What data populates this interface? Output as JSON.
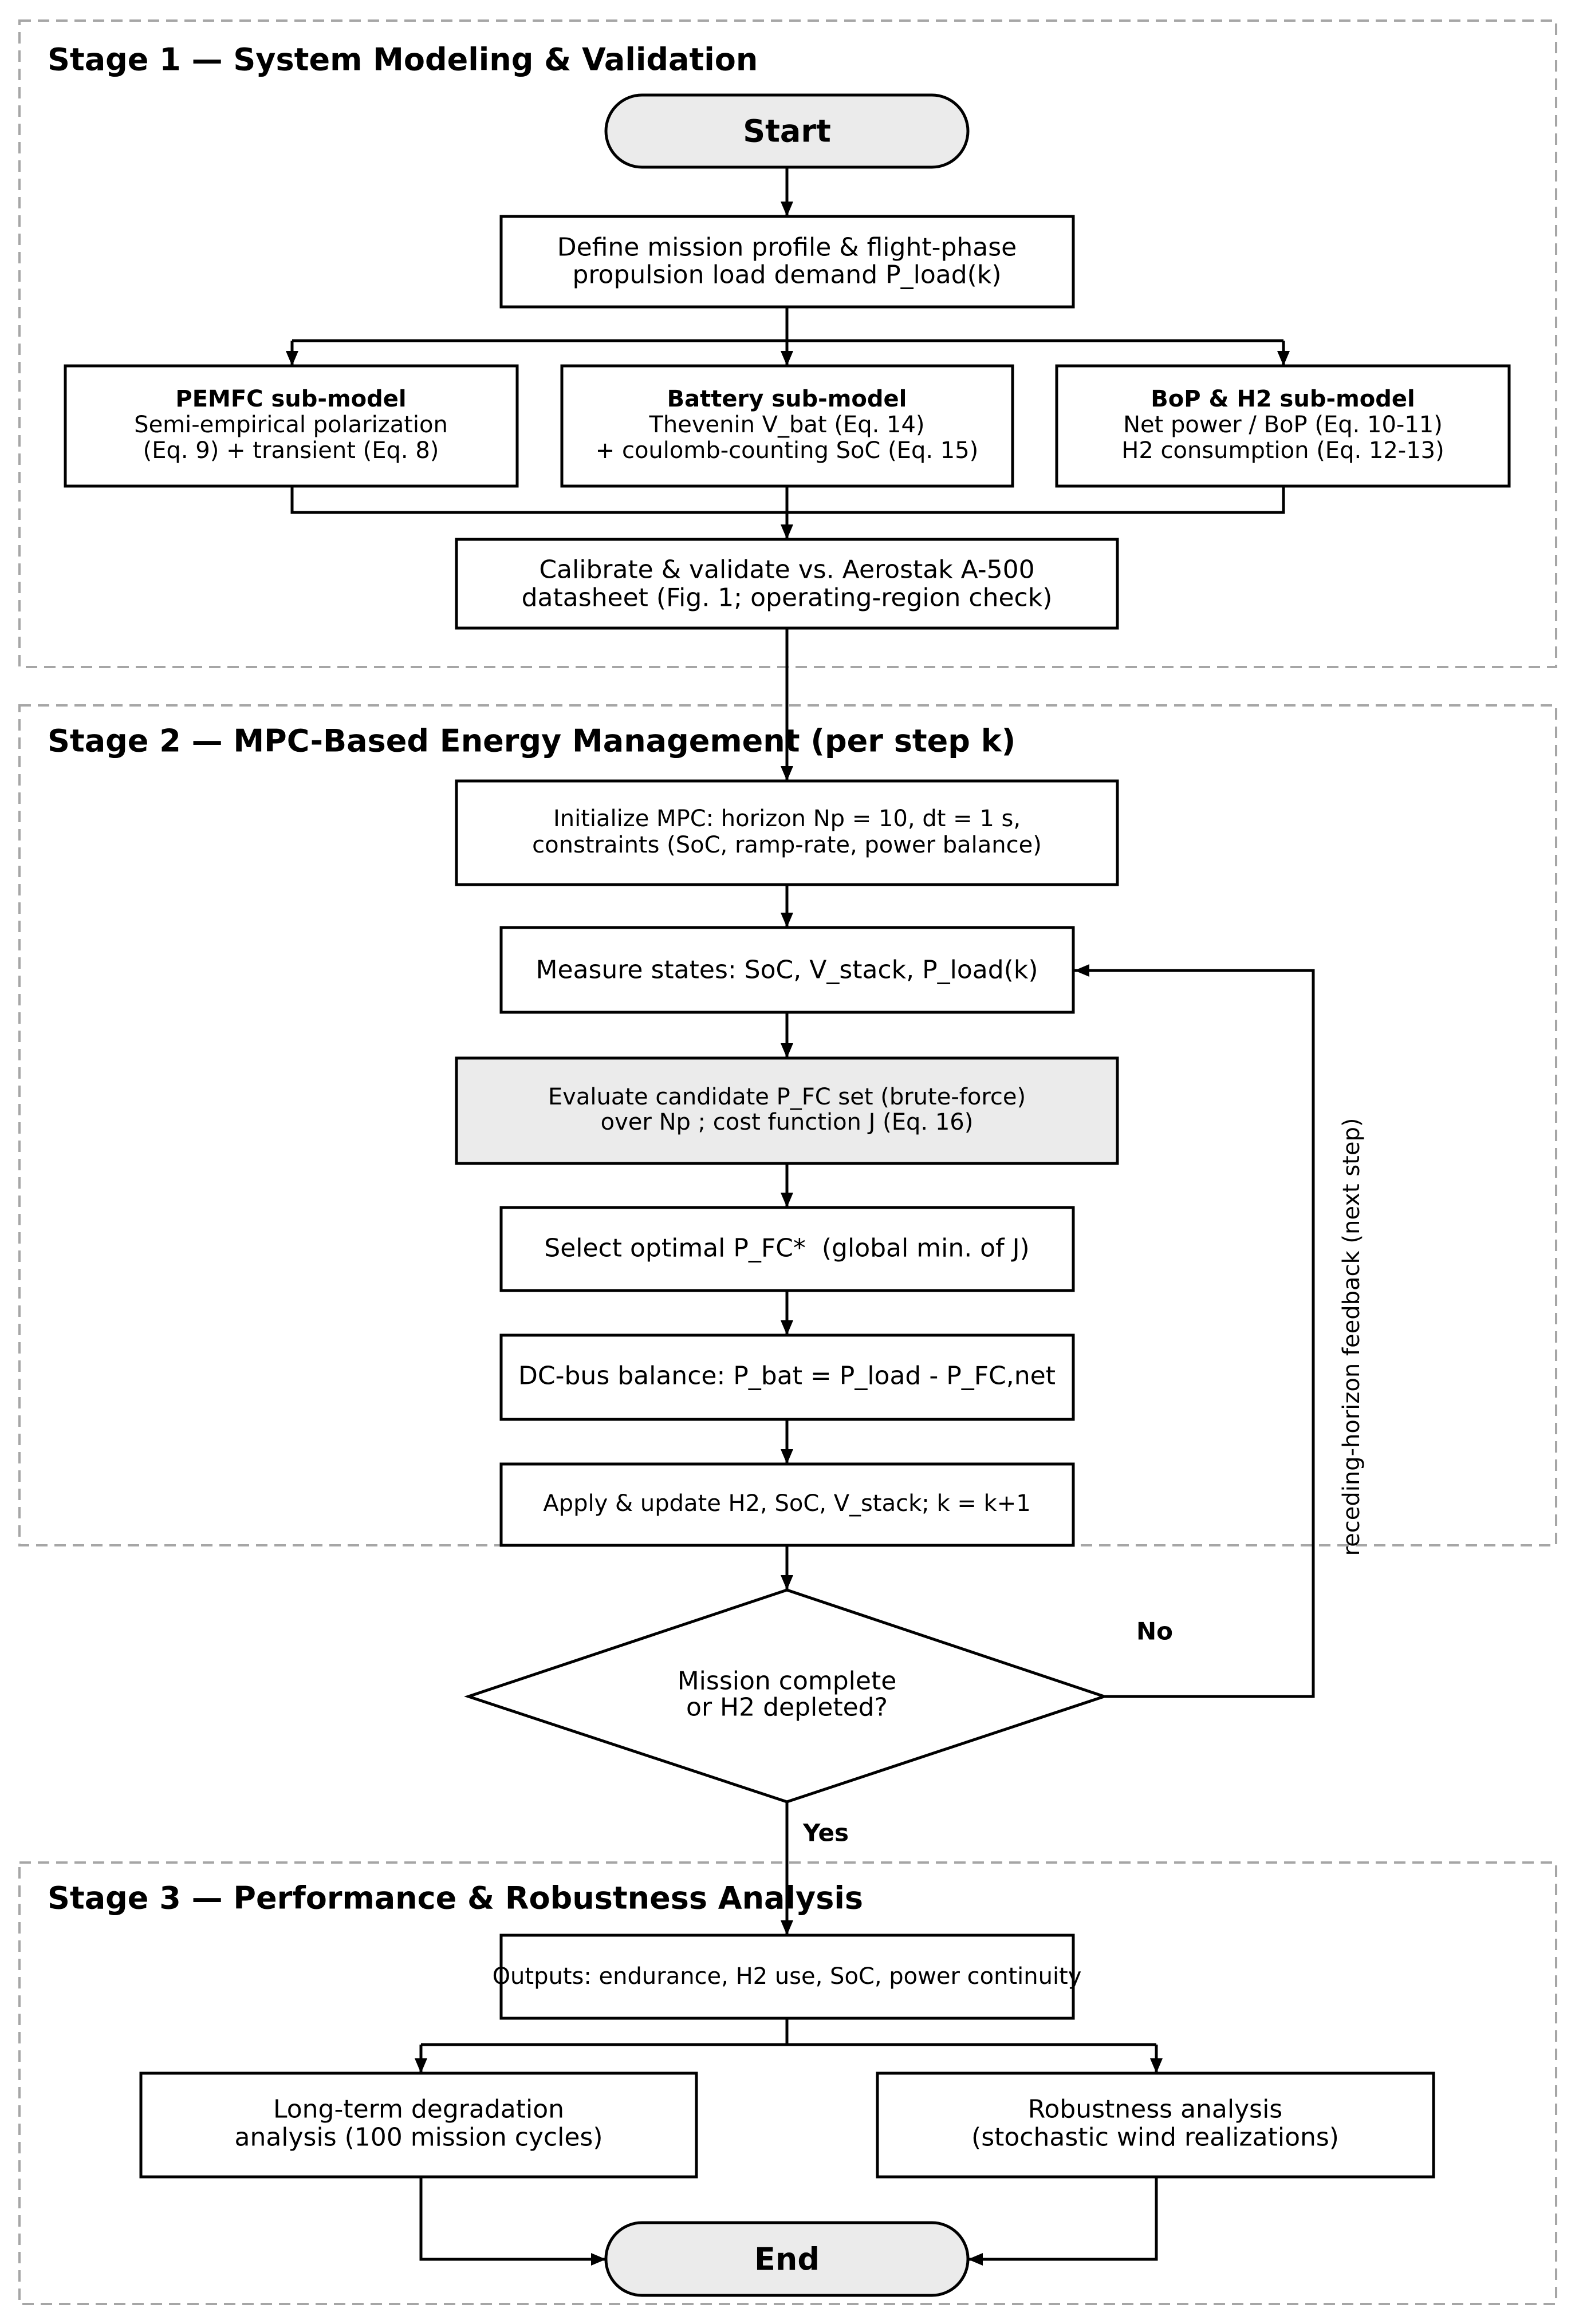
{
  "colors": {
    "stage_border": "#a6a6a6",
    "terminal_fill": "#ebebeb",
    "highlight_fill": "#ebebeb"
  },
  "stage1": {
    "title": "Stage 1 — System Modeling & Validation",
    "start": "Start",
    "mission_profile": [
      "Define mission profile & flight-phase",
      "propulsion load demand P_load(k)"
    ],
    "submodels": [
      {
        "title": "PEMFC sub-model",
        "lines": [
          "Semi-empirical polarization",
          "(Eq. 9) + transient (Eq. 8)"
        ]
      },
      {
        "title": "Battery sub-model",
        "lines": [
          "Thevenin V_bat (Eq. 14)",
          "+ coulomb-counting SoC (Eq. 15)"
        ]
      },
      {
        "title": "BoP & H2 sub-model",
        "lines": [
          "Net power / BoP (Eq. 10-11)",
          "H2 consumption (Eq. 12-13)"
        ]
      }
    ],
    "calibrate": [
      "Calibrate & validate vs. Aerostak A-500",
      "datasheet (Fig. 1; operating-region check)"
    ]
  },
  "stage2": {
    "title": "Stage 2 — MPC-Based Energy Management (per step k)",
    "initialize": [
      "Initialize MPC: horizon Np = 10, dt = 1 s,",
      "constraints (SoC, ramp-rate, power balance)"
    ],
    "measure": "Measure states: SoC, V_stack, P_load(k)",
    "evaluate": [
      "Evaluate candidate P_FC set (brute-force)",
      "over Np ; cost function J (Eq. 16)"
    ],
    "select": "Select optimal P_FC*  (global min. of J)",
    "dc_bus": "DC-bus balance: P_bat = P_load - P_FC,net",
    "apply": "Apply & update H2, SoC, V_stack; k = k+1"
  },
  "decision": {
    "question": [
      "Mission complete",
      "or H2 depleted?"
    ],
    "no_label": "No",
    "yes_label": "Yes",
    "feedback_label": "receding-horizon feedback (next step)"
  },
  "stage3": {
    "title": "Stage 3 — Performance & Robustness Analysis",
    "outputs": "Outputs: endurance, H2 use, SoC, power continuity",
    "analyses": [
      {
        "lines": [
          "Long-term degradation",
          "analysis (100 mission cycles)"
        ]
      },
      {
        "lines": [
          "Robustness analysis",
          "(stochastic wind realizations)"
        ]
      }
    ],
    "end": "End"
  }
}
